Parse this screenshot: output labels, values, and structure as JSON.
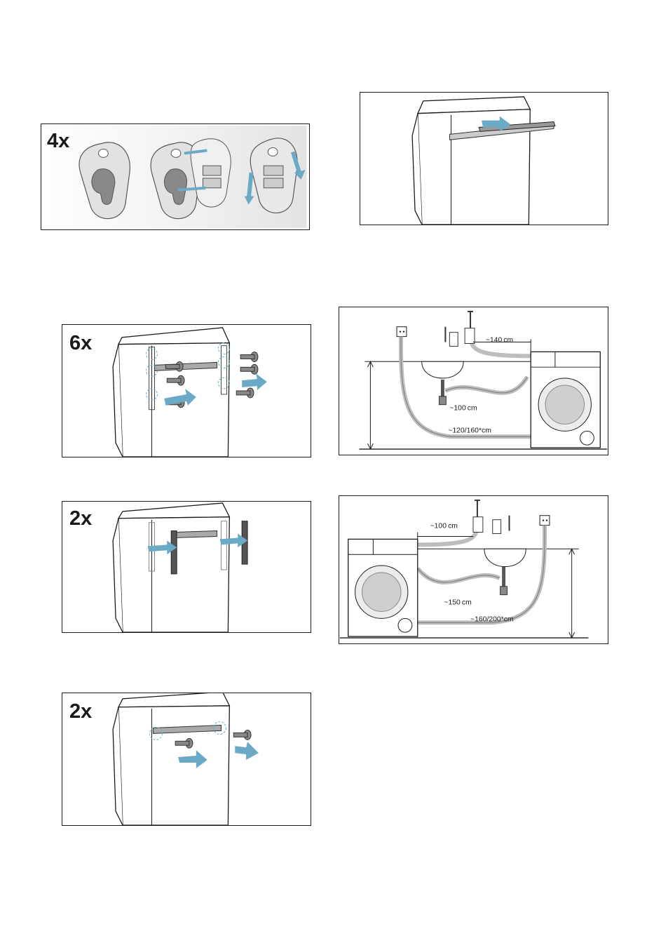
{
  "panels": {
    "caps": {
      "count": "4x"
    },
    "remove_screws": {
      "count": "6x"
    },
    "remove_rails": {
      "count": "2x"
    },
    "remove_rear_screws": {
      "count": "2x"
    }
  },
  "hose_left_layout": {
    "dims": {
      "top": "~140 cm",
      "drain": "~100 cm",
      "supply": "~120/160*cm"
    }
  },
  "hose_right_layout": {
    "dims": {
      "top": "~100 cm",
      "drain": "~150 cm",
      "supply": "~160/200*cm"
    }
  },
  "colors": {
    "accent": "#6aaac6",
    "line": "#1a1a1a",
    "hose": "#bdbdbd"
  }
}
